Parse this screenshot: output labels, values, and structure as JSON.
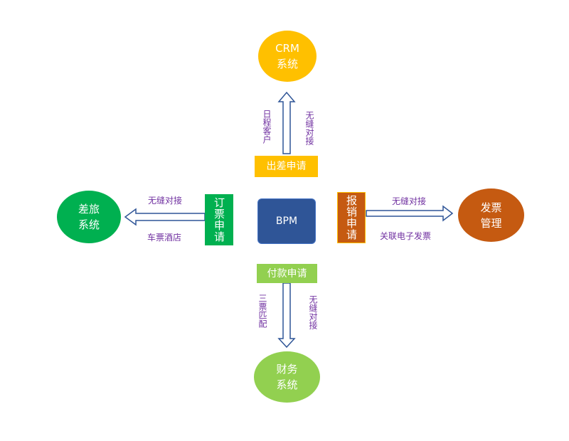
{
  "nodes": {
    "crm": "CRM\n系统",
    "travel": "差旅\n系统",
    "invoice": "发票\n管理",
    "finance": "财务\n系统",
    "bpm": "BPM"
  },
  "processes": {
    "business_trip": "出差申请",
    "ticket_booking": "订票申请",
    "reimbursement": "报销申请",
    "payment": "付款申请"
  },
  "labels": {
    "crm_left": "日程客户",
    "crm_right": "无缝对接",
    "travel_top": "无缝对接",
    "travel_bottom": "车票酒店",
    "invoice_top": "无缝对接",
    "invoice_bottom": "关联电子发票",
    "finance_left": "三票匹配",
    "finance_right": "无缝对接"
  },
  "colors": {
    "crm": "#ffc000",
    "travel": "#00b050",
    "invoice": "#c55a11",
    "finance": "#92d050",
    "bpm": "#2f5597",
    "business_trip": "#ffc000",
    "ticket_booking": "#00b050",
    "reimbursement": "#c55a11",
    "payment": "#92d050",
    "arrow_stroke": "#2f5597",
    "label_text": "#7030a0"
  }
}
